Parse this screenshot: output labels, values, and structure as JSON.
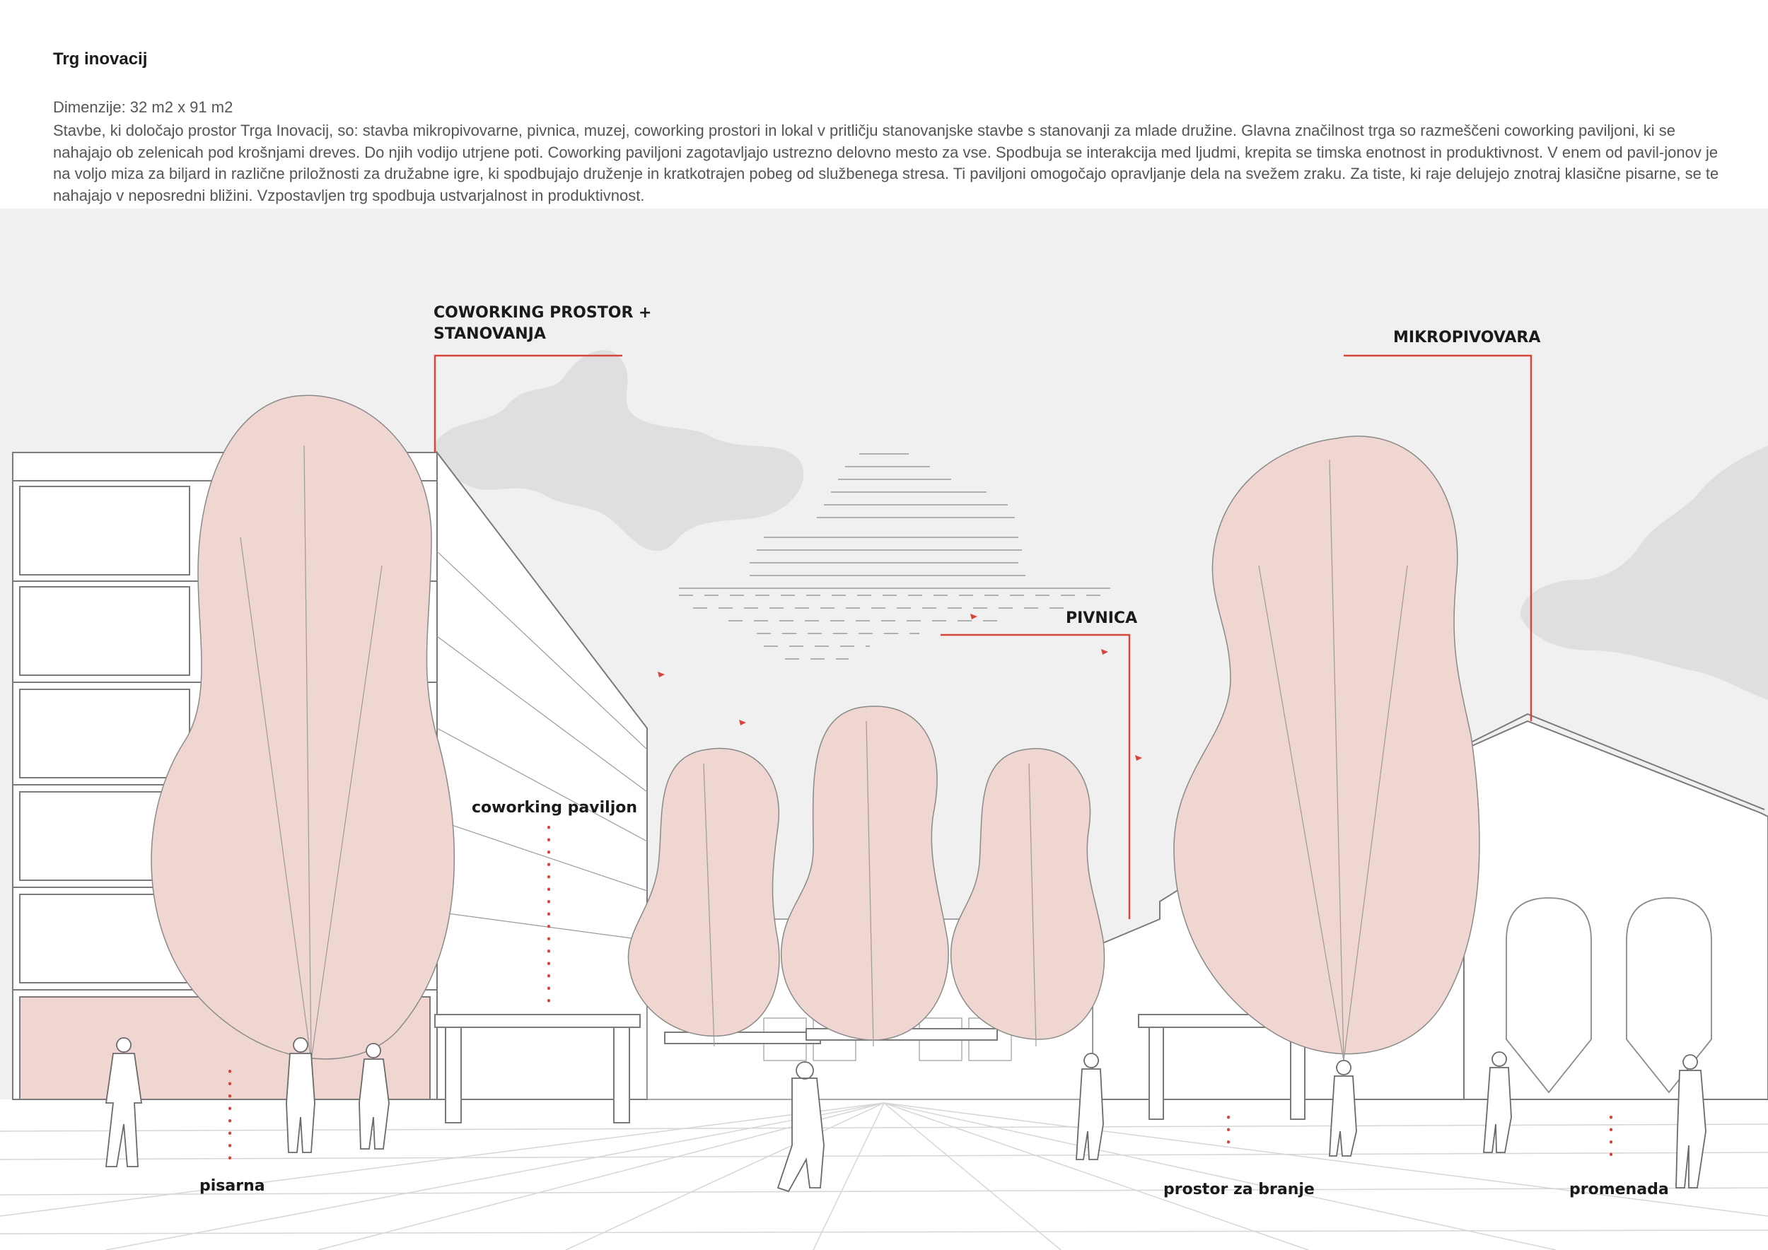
{
  "header": {
    "title": "Trg inovacij",
    "dimensions": "Dimenzije: 32 m2 x 91 m2",
    "description": "Stavbe, ki določajo prostor Trga Inovacij, so: stavba mikropivovarne, pivnica, muzej, coworking prostori in lokal v pritličju stanovanjske stavbe s stanovanji za mlade družine. Glavna značilnost trga so razmeščeni coworking paviljoni, ki se nahajajo ob zelenicah pod krošnjami dreves. Do njih vodijo utrjene poti. Coworking paviljoni zagotavljajo ustrezno delovno mesto za vse. Spodbuja se interakcija med ljudmi, krepita se timska enotnost in produktivnost. V enem od pavil-jonov je na voljo miza za biljard in različne priložnosti za družabne igre, ki spodbujajo druženje in kratkotrajen pobeg od službenega stresa. Ti paviljoni omogočajo opravljanje dela na svežem zraku. Za tiste, ki raje delujejo znotraj klasične pisarne, se te nahajajo v neposredni bližini. Vzpostavljen trg spodbuja ustvarjalnost in produktivnost."
  },
  "labels": {
    "coworking_line1": "COWORKING PROSTOR +",
    "coworking_line2": "STANOVANJA",
    "mikropivovara": "MIKROPIVOVARA",
    "pivnica": "PIVNICA",
    "coworking_paviljon": "coworking paviljon",
    "pisarna": "pisarna",
    "prostor_za_branje": "prostor za branje",
    "promenada": "promenada"
  },
  "colors": {
    "accent": "#d9443a",
    "tree_fill": "#efd6d1",
    "sky": "#f0f0f0",
    "cloud": "#e0dfe0",
    "line": "#8c8c8c"
  }
}
